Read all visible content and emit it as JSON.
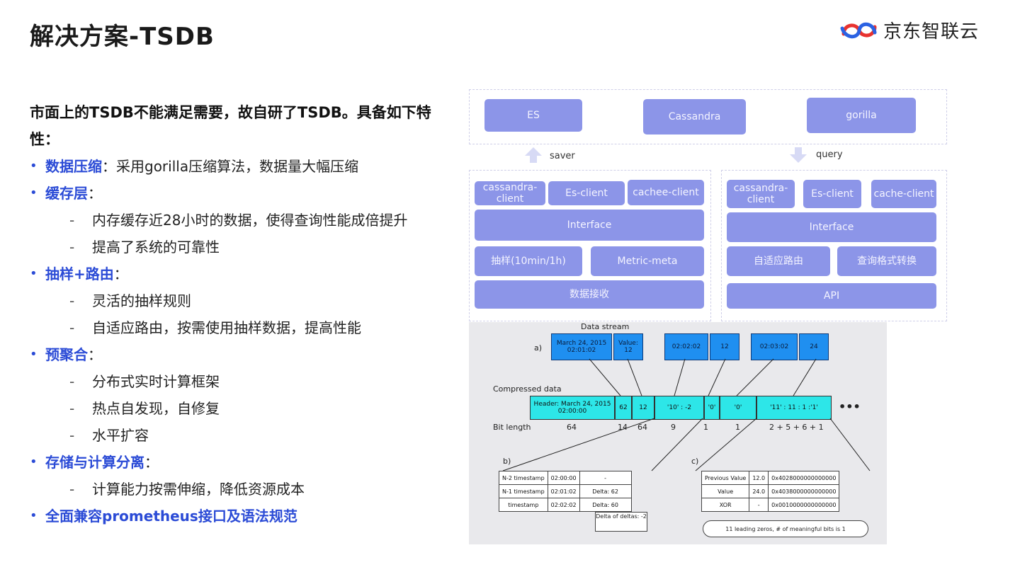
{
  "slide": {
    "title": "解决方案-TSDB"
  },
  "logo": {
    "text": "京东智联云"
  },
  "intro": "市面上的TSDB不能满足需要，故自研了TSDB。具备如下特性：",
  "features": [
    {
      "head": "数据压缩",
      "sep": "：",
      "text": "采用gorilla压缩算法，数据量大幅压缩",
      "subs": []
    },
    {
      "head": "缓存层",
      "sep": "：",
      "text": "",
      "subs": [
        "内存缓存近28小时的数据，使得查询性能成倍提升",
        "提高了系统的可靠性"
      ]
    },
    {
      "head": "抽样+路由",
      "sep": "：",
      "text": "",
      "subs": [
        "灵活的抽样规则",
        "自适应路由，按需使用抽样数据，提高性能"
      ]
    },
    {
      "head": "预聚合",
      "sep": "：",
      "text": "",
      "subs": [
        "分布式实时计算框架",
        "热点自发现，自修复",
        "水平扩容"
      ]
    },
    {
      "head": "存储与计算分离",
      "sep": "：",
      "text": "",
      "subs": [
        "计算能力按需伸缩，降低资源成本"
      ]
    },
    {
      "head": "全面兼容prometheus接口及语法规范",
      "sep": "",
      "text": "",
      "subs": []
    }
  ],
  "arch": {
    "storage": [
      "ES",
      "Cassandra",
      "gorilla"
    ],
    "saver_label": "saver",
    "query_label": "query",
    "left": {
      "clients": [
        "cassandra-client",
        "Es-client",
        "cachee-client"
      ],
      "interface": "Interface",
      "sample": "抽样(10min/1h)",
      "meta": "Metric-meta",
      "receive": "数据接收"
    },
    "right": {
      "clients": [
        "cassandra-client",
        "Es-client",
        "cache-client"
      ],
      "interface": "Interface",
      "route": "自适应路由",
      "convert": "查询格式转换",
      "api": "API"
    }
  },
  "gorilla": {
    "data_stream": "Data stream",
    "a_label": "a)",
    "b_label": "b)",
    "c_label": "c)",
    "stream": [
      [
        "March 24, 2015 02:01:02",
        "Value: 12"
      ],
      [
        "02:02:02",
        "12"
      ],
      [
        "02:03:02",
        "24"
      ]
    ],
    "compressed_label": "Compressed data",
    "compressed": [
      "Header: March 24, 2015 02:00:00",
      "62",
      "12",
      "'10' : -2",
      "'0'",
      "'0'",
      "'11' : 11 : 1 :'1'"
    ],
    "ellipsis": "•••",
    "bitlength_label": "Bit length",
    "bitlengths": [
      "64",
      "14",
      "64",
      "9",
      "1",
      "1",
      "2 + 5 + 6 + 1"
    ],
    "table_b": [
      [
        "N-2 timestamp",
        "02:00:00",
        "-"
      ],
      [
        "N-1 timestamp",
        "02:01:02",
        "Delta: 62"
      ],
      [
        "timestamp",
        "02:02:02",
        "Delta: 60"
      ]
    ],
    "delta_of_deltas": "Delta of deltas: -2",
    "table_c": [
      [
        "Previous Value",
        "12.0",
        "0x4028000000000000"
      ],
      [
        "Value",
        "24.0",
        "0x4038000000000000"
      ],
      [
        "XOR",
        "-",
        "0x0010000000000000"
      ]
    ],
    "note": "11 leading zeros, # of meaningful bits is 1"
  }
}
